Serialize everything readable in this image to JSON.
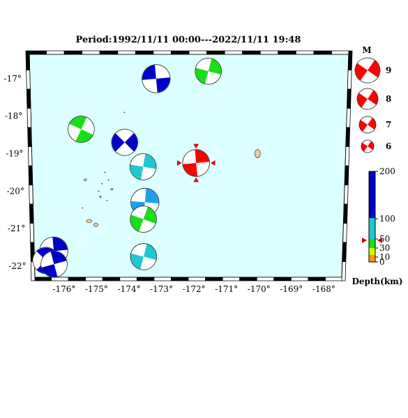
{
  "title": "Period:1992/11/11 00:00---2022/11/11 19:48",
  "map": {
    "ocean_color": "#dcffff",
    "land_color": "#e9c9a7",
    "lat_labels": [
      "-17°",
      "-18°",
      "-19°",
      "-20°",
      "-21°",
      "-22°"
    ],
    "lon_labels": [
      "-176°",
      "-175°",
      "-174°",
      "-173°",
      "-172°",
      "-171°",
      "-170°",
      "-169°",
      "-168°"
    ],
    "epicenter": {
      "lon": -171.95,
      "lat": -19.25,
      "marker_color": "#e00000"
    },
    "mechanisms": [
      {
        "name": "beachball-1",
        "lon": -173.15,
        "lat": -17.0,
        "depth_class": "deep",
        "color": "#0000c8",
        "mag": 8.6
      },
      {
        "name": "beachball-2",
        "lon": -171.6,
        "lat": -16.8,
        "depth_class": "shallow",
        "color": "#16e016",
        "mag": 8.3
      },
      {
        "name": "beachball-3",
        "lon": -175.4,
        "lat": -18.35,
        "depth_class": "shallow",
        "color": "#16e016",
        "mag": 8.3
      },
      {
        "name": "beachball-4",
        "lon": -174.1,
        "lat": -18.7,
        "depth_class": "deep",
        "color": "#0000c8",
        "mag": 8.3
      },
      {
        "name": "beachball-5",
        "lon": -173.55,
        "lat": -19.35,
        "depth_class": "mid",
        "color": "#1ec8d2",
        "mag": 8.3
      },
      {
        "name": "beachball-6",
        "lon": -173.5,
        "lat": -20.3,
        "depth_class": "midlow",
        "color": "#1ea0f0",
        "mag": 8.6
      },
      {
        "name": "beachball-7",
        "lon": -173.55,
        "lat": -20.75,
        "depth_class": "shallow",
        "color": "#16e016",
        "mag": 8.3
      },
      {
        "name": "beachball-8",
        "lon": -173.55,
        "lat": -21.75,
        "depth_class": "mid",
        "color": "#1ec8d2",
        "mag": 8.3
      },
      {
        "name": "beachball-9",
        "lon": -176.3,
        "lat": -21.6,
        "depth_class": "deep",
        "color": "#0000c8",
        "mag": 8.6
      },
      {
        "name": "beachball-10",
        "lon": -176.55,
        "lat": -21.85,
        "depth_class": "deep",
        "color": "#0000c8",
        "mag": 8.3
      },
      {
        "name": "beachball-11",
        "lon": -176.3,
        "lat": -21.95,
        "depth_class": "deep",
        "color": "#0000c8",
        "mag": 8.3
      },
      {
        "name": "beachball-main",
        "lon": -171.95,
        "lat": -19.25,
        "depth_class": "shallowest",
        "color": "#ff0000",
        "mag": 8.4
      }
    ]
  },
  "magnitude_legend": {
    "label": "M",
    "color": "#ff0000",
    "items": [
      {
        "mag": 9,
        "label": "9"
      },
      {
        "mag": 8,
        "label": "8"
      },
      {
        "mag": 7,
        "label": "7"
      },
      {
        "mag": 6,
        "label": "6"
      }
    ]
  },
  "depth_legend": {
    "ticks": [
      "200",
      "100",
      "50",
      "30",
      "10",
      "0"
    ],
    "label": "Depth(km)",
    "colors": {
      "deep": "#0000c8",
      "mid": "#1ec8d2",
      "shallow": "#16e016",
      "shallower": "#c8ff00",
      "shallowest": "#ff9600"
    },
    "pointer_value": 47,
    "pointer_color": "#cc0000"
  }
}
